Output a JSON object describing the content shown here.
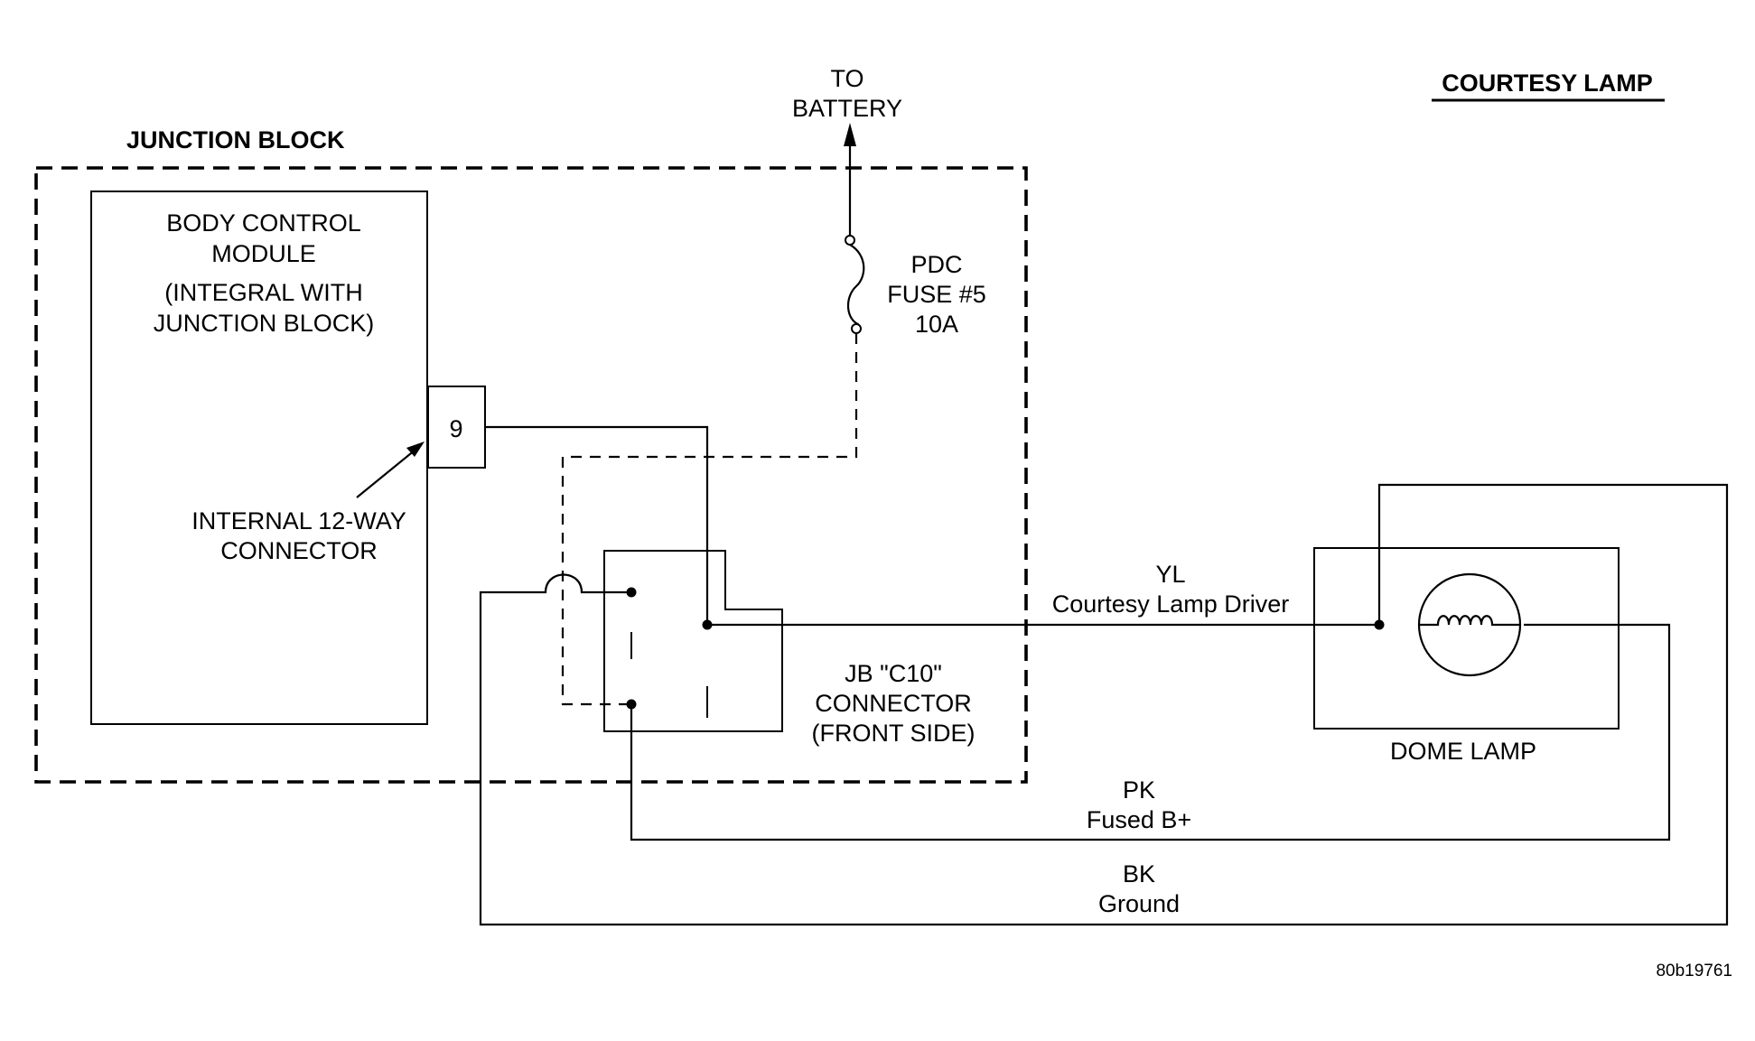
{
  "title": "COURTESY LAMP",
  "figure_id": "80b19761",
  "junction_block": {
    "label": "JUNCTION BLOCK"
  },
  "body_control_module": {
    "line1": "BODY CONTROL",
    "line2": "MODULE",
    "line3": "(INTEGRAL WITH",
    "line4": "JUNCTION BLOCK)",
    "pin": "9"
  },
  "internal_connector": {
    "line1": "INTERNAL 12-WAY",
    "line2": "CONNECTOR"
  },
  "battery": {
    "line1": "TO",
    "line2": "BATTERY"
  },
  "fuse": {
    "line1": "PDC",
    "line2": "FUSE #5",
    "line3": "10A"
  },
  "jb_connector": {
    "line1": "JB \"C10\"",
    "line2": "CONNECTOR",
    "line3": "(FRONT SIDE)"
  },
  "dome_lamp": {
    "label": "DOME LAMP"
  },
  "wires": {
    "yl": {
      "color_code": "YL",
      "function": "Courtesy Lamp Driver"
    },
    "pk": {
      "color_code": "PK",
      "function": "Fused B+"
    },
    "bk": {
      "color_code": "BK",
      "function": "Ground"
    }
  }
}
